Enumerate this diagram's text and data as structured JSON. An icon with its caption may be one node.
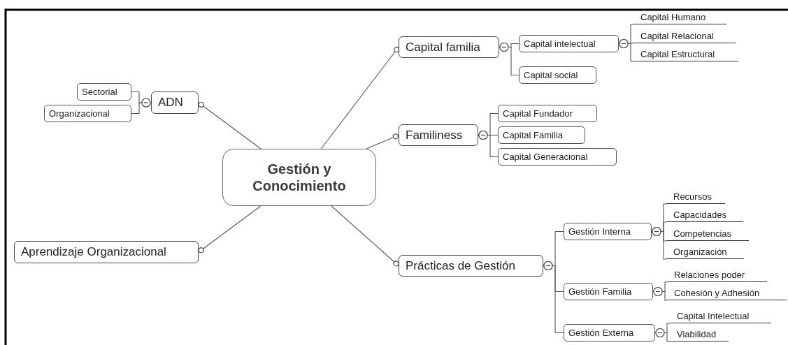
{
  "diagram": {
    "nodes": [
      {
        "text": [
          "Gestión y Conocimiento"
        ]
      },
      {
        "text": [
          "ADN"
        ]
      },
      {
        "text": [
          "Sectorial"
        ]
      },
      {
        "text": [
          "Organizacional"
        ]
      },
      {
        "text": [
          "Capital familia"
        ]
      },
      {
        "text": [
          "Capital intelectual"
        ]
      },
      {
        "text": [
          "Capital social"
        ]
      },
      {
        "text": [
          "Capital Humano"
        ]
      },
      {
        "text": [
          "Capital Relacional"
        ]
      },
      {
        "text": [
          "Capital Estructural"
        ]
      },
      {
        "text": [
          "Familiness"
        ]
      },
      {
        "text": [
          "Capital Fundador"
        ]
      },
      {
        "text": [
          "Capital Familia"
        ]
      },
      {
        "text": [
          "Capital Generacional"
        ]
      },
      {
        "text": [
          "Aprendizaje Organizacional"
        ]
      },
      {
        "text": [
          "Prácticas de Gestión"
        ]
      },
      {
        "text": [
          "Gestión Interna"
        ]
      },
      {
        "text": [
          "Recursos"
        ]
      },
      {
        "text": [
          "Capacidades"
        ]
      },
      {
        "text": [
          "Competencias"
        ]
      },
      {
        "text": [
          "Organización"
        ]
      },
      {
        "text": [
          "Gestión Familia"
        ]
      },
      {
        "text": [
          "Relaciones poder"
        ]
      },
      {
        "text": [
          "Cohesión y Adhesión"
        ]
      },
      {
        "text": [
          "Gestión Externa"
        ]
      },
      {
        "text": [
          "Capital Intelectual"
        ]
      },
      {
        "text": [
          "Viabilidad"
        ]
      }
    ],
    "edges": [
      {
        "from": 1,
        "to": 0,
        "arrow": "other"
      },
      {
        "from": 1,
        "to": 2,
        "arrow": "other"
      },
      {
        "from": 1,
        "to": 3,
        "arrow": "other"
      },
      {
        "from": 4,
        "to": 0,
        "arrow": "other"
      },
      {
        "from": 4,
        "to": 5,
        "arrow": "other"
      },
      {
        "from": 4,
        "to": 6,
        "arrow": "other"
      },
      {
        "from": 5,
        "to": 7,
        "arrow": "other"
      },
      {
        "from": 5,
        "to": 8,
        "arrow": "other"
      },
      {
        "from": 5,
        "to": 9,
        "arrow": "other"
      },
      {
        "from": 10,
        "to": 0,
        "arrow": "other"
      },
      {
        "from": 10,
        "to": 11,
        "arrow": "other"
      },
      {
        "from": 10,
        "to": 12,
        "arrow": "other"
      },
      {
        "from": 10,
        "to": 13,
        "arrow": "other"
      },
      {
        "from": 14,
        "to": 0,
        "arrow": "other"
      },
      {
        "from": 15,
        "to": 0,
        "arrow": "other"
      },
      {
        "from": 15,
        "to": 16,
        "arrow": "other"
      },
      {
        "from": 16,
        "to": 17,
        "arrow": "other"
      },
      {
        "from": 16,
        "to": 18,
        "arrow": "other"
      },
      {
        "from": 16,
        "to": 19,
        "arrow": "other"
      },
      {
        "from": 16,
        "to": 20,
        "arrow": "other"
      },
      {
        "from": 15,
        "to": 21,
        "arrow": "other"
      },
      {
        "from": 21,
        "to": 22,
        "arrow": "other"
      },
      {
        "from": 21,
        "to": 23,
        "arrow": "other"
      },
      {
        "from": 15,
        "to": 24,
        "arrow": "other"
      },
      {
        "from": 24,
        "to": 25,
        "arrow": "other"
      },
      {
        "from": 24,
        "to": 26,
        "arrow": "other"
      }
    ]
  }
}
